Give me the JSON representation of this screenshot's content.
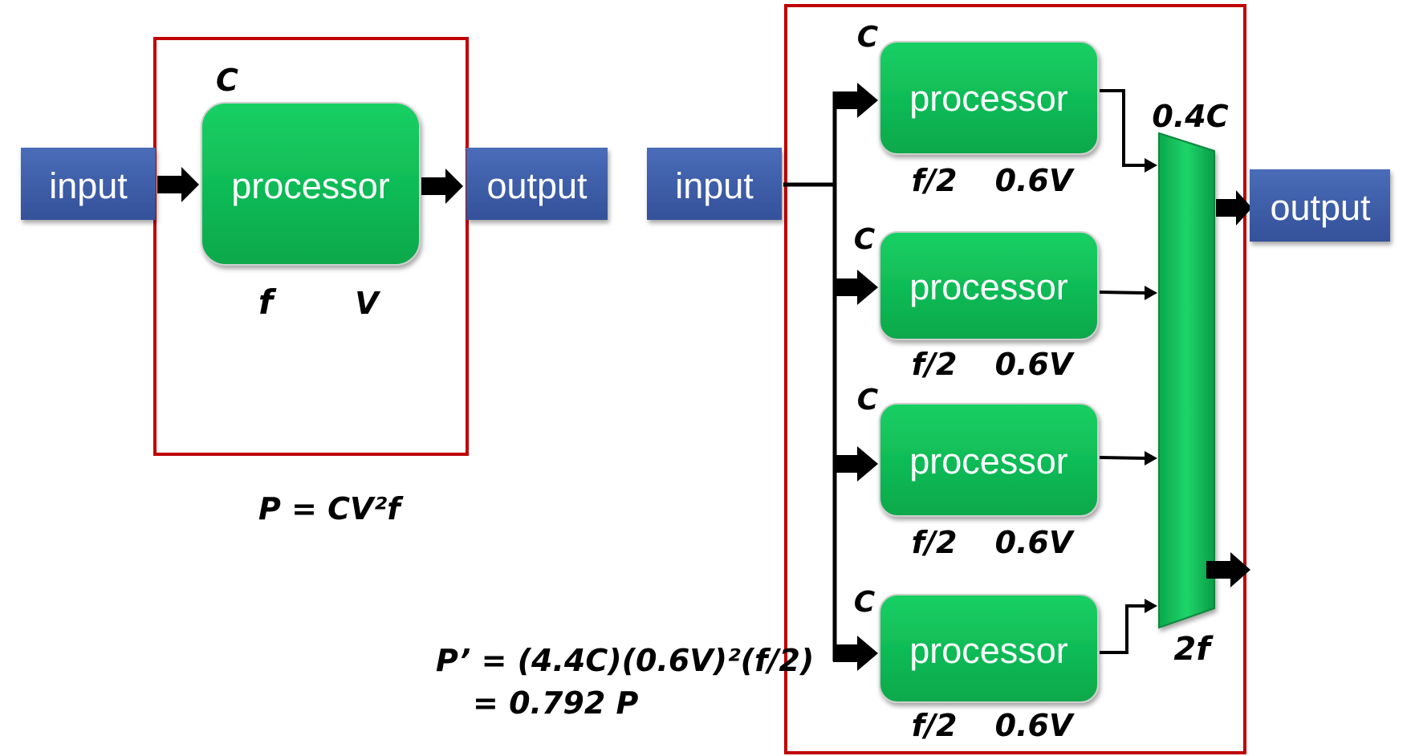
{
  "colors": {
    "frame": "#c00000",
    "io_box": "#3f5ea8",
    "processor": "#0dbd55",
    "text_on_box": "#ffffff",
    "arrow": "#000000"
  },
  "single": {
    "input_label": "input",
    "output_label": "output",
    "processor_label": "processor",
    "cap_label": "C",
    "freq_label": "f",
    "volt_label": "V",
    "power_equation": "P = CV²f"
  },
  "parallel": {
    "input_label": "input",
    "output_label": "output",
    "mux_cap_label": "0.4C",
    "mux_freq_label": "2f",
    "processors": [
      {
        "label": "processor",
        "cap": "C",
        "freq": "f/2",
        "volt": "0.6V"
      },
      {
        "label": "processor",
        "cap": "C",
        "freq": "f/2",
        "volt": "0.6V"
      },
      {
        "label": "processor",
        "cap": "C",
        "freq": "f/2",
        "volt": "0.6V"
      },
      {
        "label": "processor",
        "cap": "C",
        "freq": "f/2",
        "volt": "0.6V"
      }
    ],
    "power_equation_line1": "P’ = (4.4C)(0.6V)²(f/2)",
    "power_equation_line2": "= 0.792 P"
  }
}
